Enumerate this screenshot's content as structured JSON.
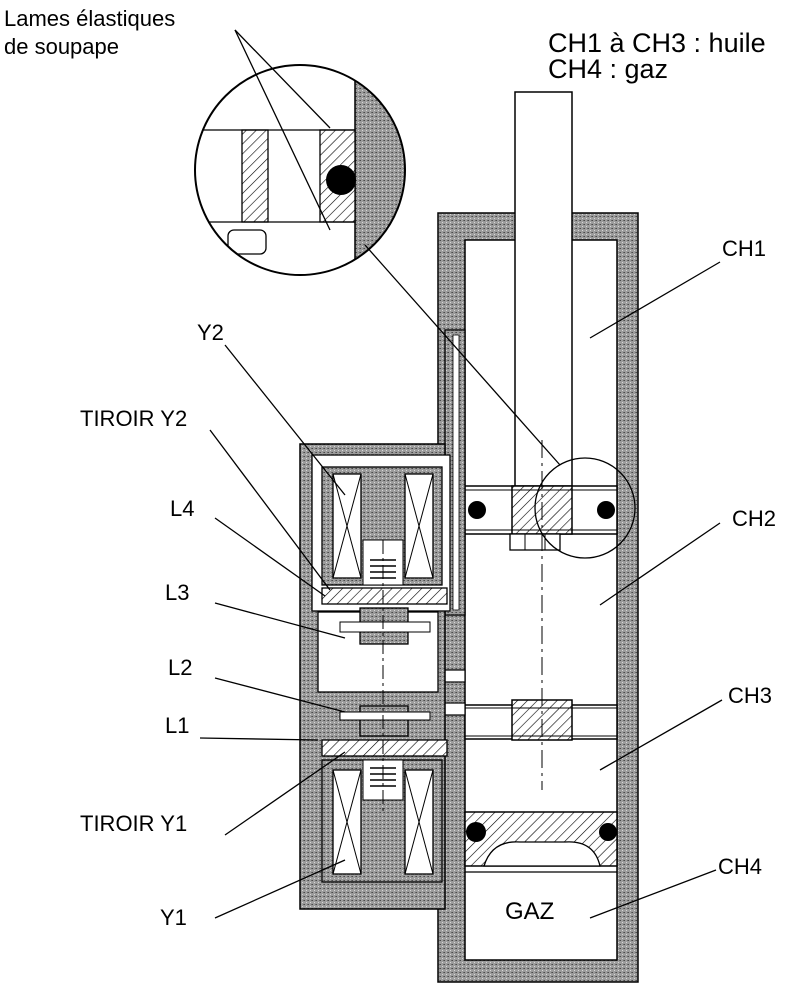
{
  "callout_label": [
    "Lames élastiques",
    "de soupape"
  ],
  "legend": [
    "CH1 à CH3 : huile",
    "CH4 : gaz"
  ],
  "labels": {
    "ch1": "CH1",
    "ch2": "CH2",
    "ch3": "CH3",
    "ch4": "CH4",
    "gaz": "GAZ",
    "y2": "Y2",
    "tiroir_y2": "TIROIR Y2",
    "l4": "L4",
    "l3": "L3",
    "l2": "L2",
    "l1": "L1",
    "tiroir_y1": "TIROIR Y1",
    "y1": "Y1"
  },
  "colors": {
    "hatch_gray": "#8a8a8a",
    "line": "#000000",
    "background": "#ffffff"
  }
}
